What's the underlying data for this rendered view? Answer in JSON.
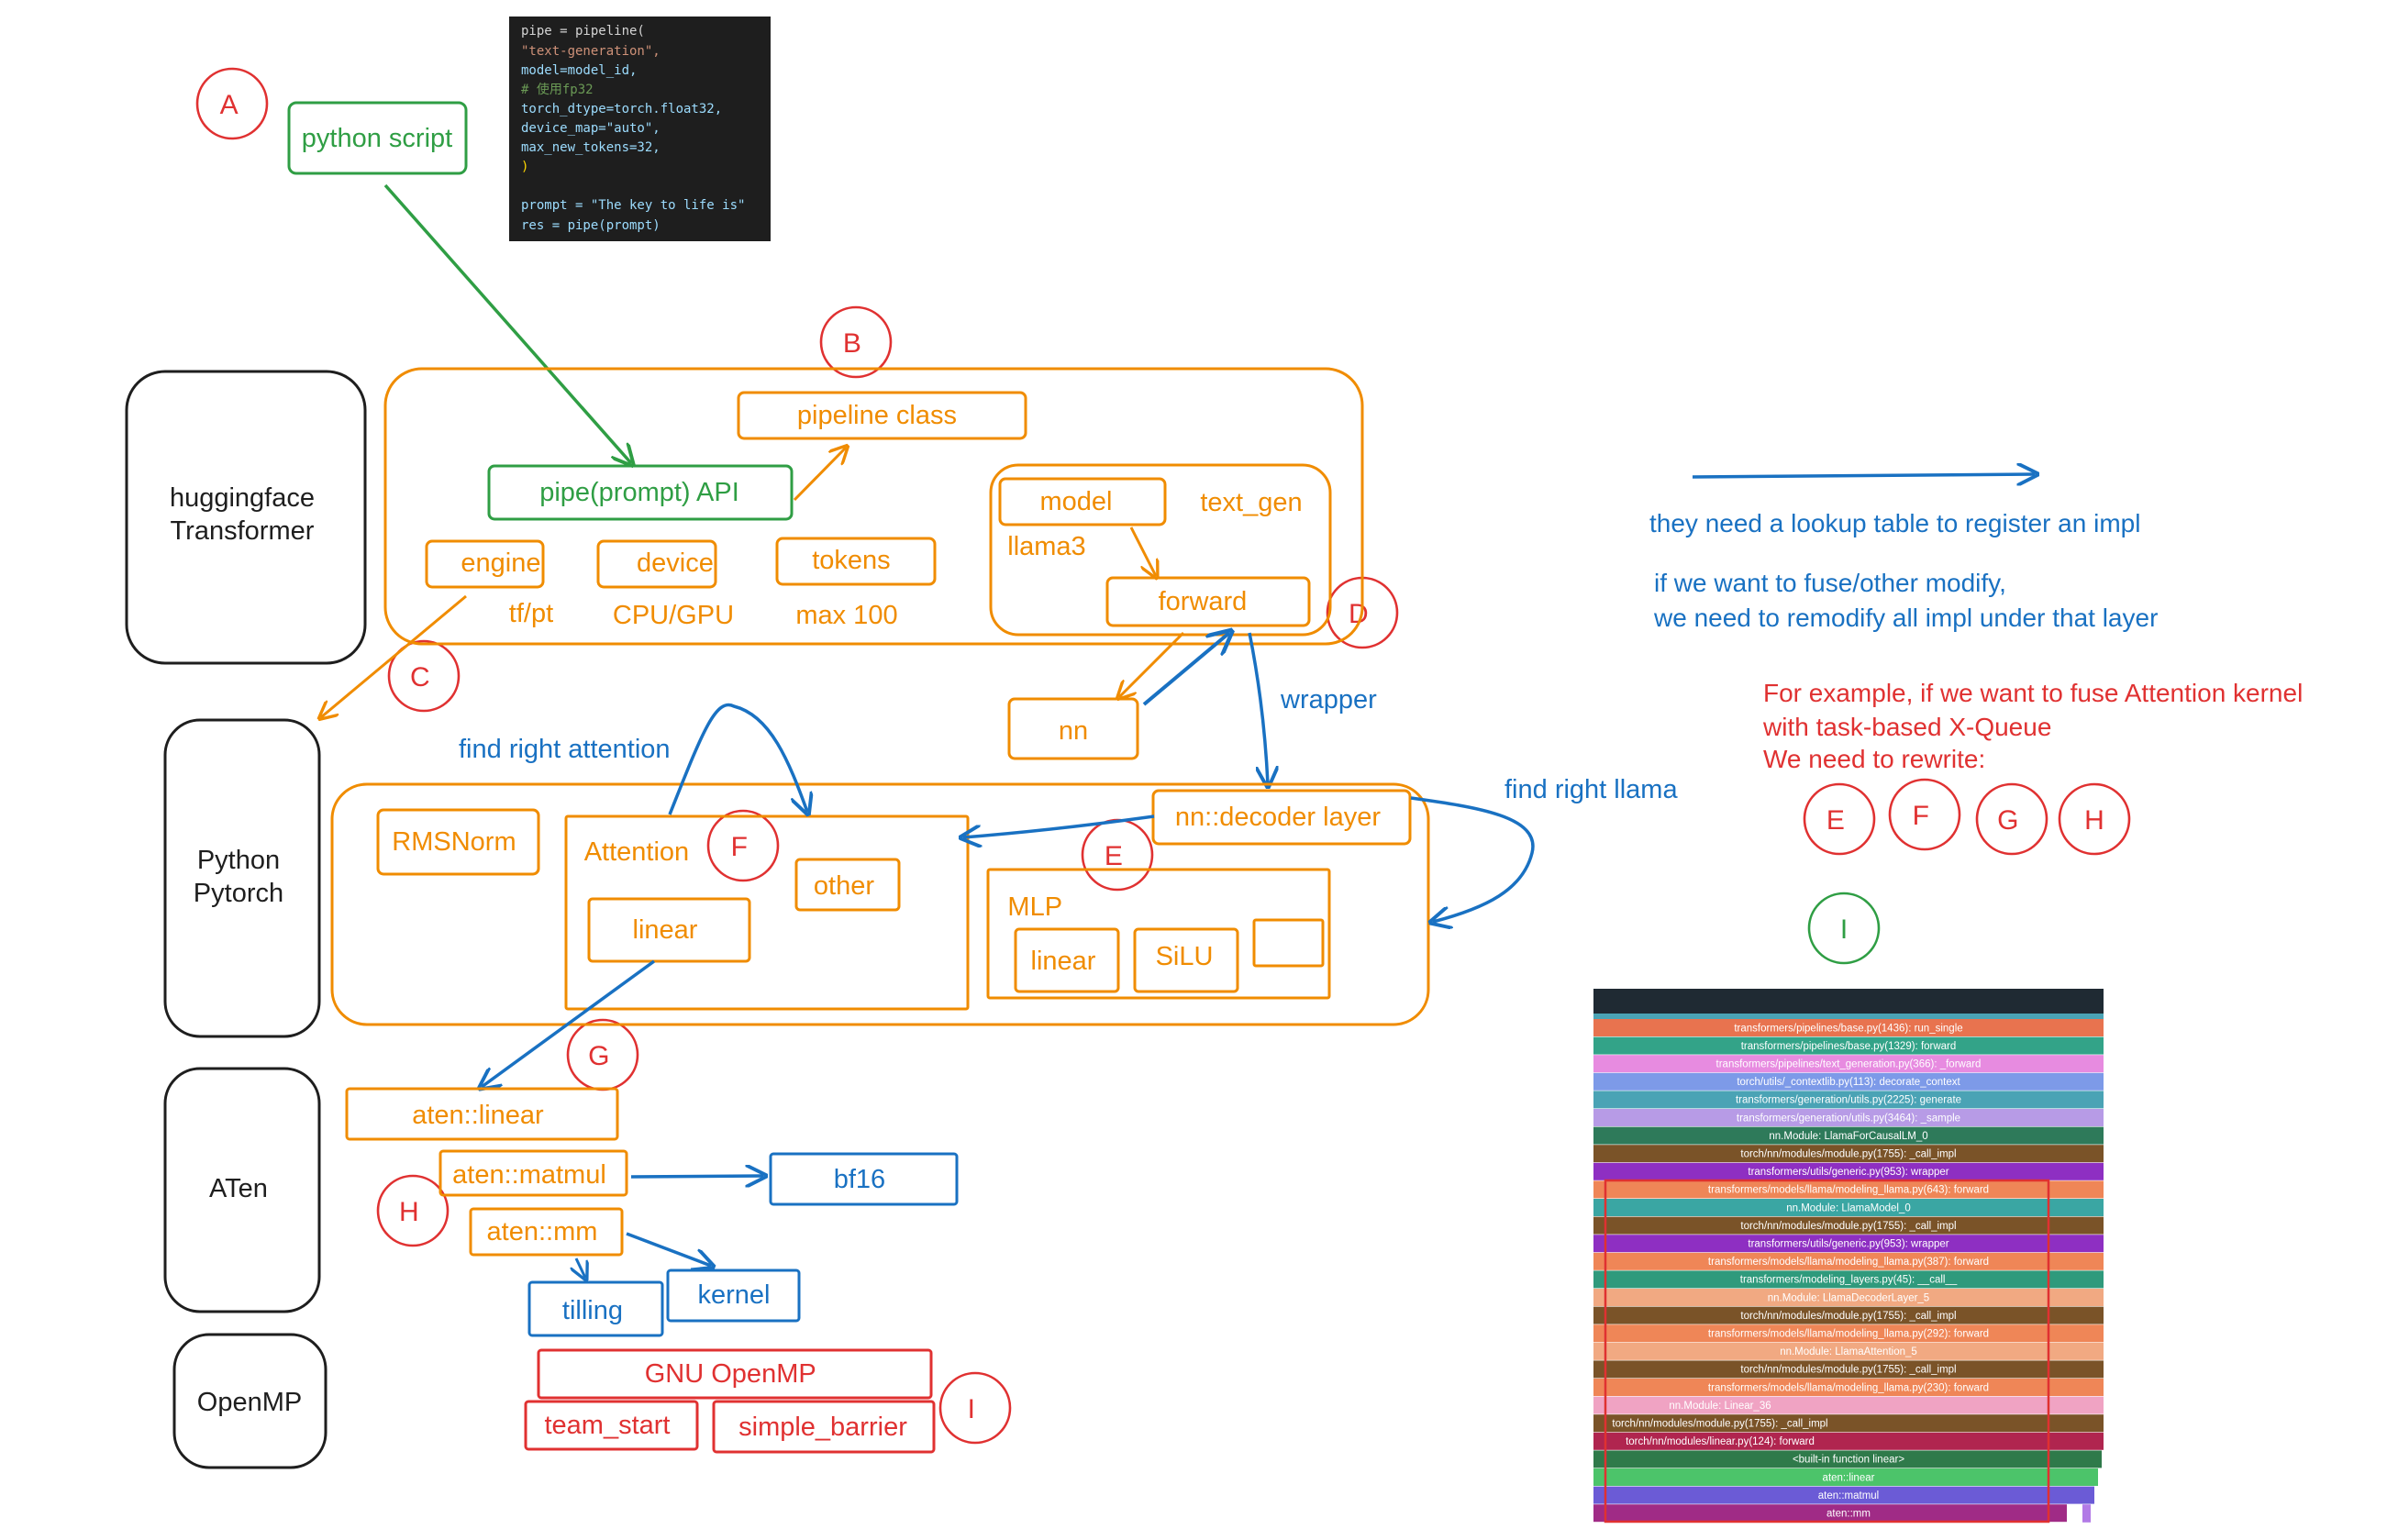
{
  "colors": {
    "orange": "#f08c00",
    "green": "#2f9e44",
    "blue": "#1971c2",
    "red": "#e03131",
    "black": "#1e1e1e",
    "code_bg": "#1e1e1e"
  },
  "code": {
    "lines": [
      "pipe = pipeline(",
      "    \"text-generation\",",
      "    model=model_id,",
      "    # 使用fp32",
      "    torch_dtype=torch.float32,",
      "    device_map=\"auto\",",
      "    max_new_tokens=32,",
      ")",
      "",
      "prompt = \"The key to life is\"",
      "res = pipe(prompt)"
    ]
  },
  "layers": {
    "hf": "huggingface\nTransformer",
    "pytorch": "Python\nPytorch",
    "aten": "ATen",
    "openmp": "OpenMP"
  },
  "markers": {
    "A": "A",
    "B": "B",
    "C": "C",
    "D": "D",
    "E": "E",
    "F": "F",
    "G": "G",
    "H": "H",
    "I": "I",
    "E2": "E",
    "F2": "F",
    "G2": "G",
    "H2": "H",
    "I2": "I"
  },
  "labels": {
    "python_script": "python script",
    "pipeline_class": "pipeline class",
    "pipe_api": "pipe(prompt) API",
    "engine": "engine",
    "device": "device",
    "tokens": "tokens",
    "tfpt": "tf/pt",
    "cpugpu": "CPU/GPU",
    "max100": "max 100",
    "model": "model",
    "text_gen": "text_gen",
    "llama3": "llama3",
    "forward": "forward",
    "nn": "nn",
    "wrapper": "wrapper",
    "find_attention": "find right attention",
    "find_llama": "find right llama",
    "rmsnorm": "RMSNorm",
    "attention": "Attention",
    "other": "other",
    "linear": "linear",
    "decoder": "nn::decoder layer",
    "mlp": "MLP",
    "mlp_linear": "linear",
    "silu": "SiLU",
    "aten_linear": "aten::linear",
    "aten_matmul": "aten::matmul",
    "aten_mm": "aten::mm",
    "bf16": "bf16",
    "tilling": "tilling",
    "kernel": "kernel",
    "gnu_openmp": "GNU OpenMP",
    "team_start": "team_start",
    "simple_barrier": "simple_barrier"
  },
  "notes": {
    "lookup": "they need a lookup table to register an impl",
    "fuse1": "if we want to fuse/other modify,",
    "fuse2": "we need to remodify all impl under that layer",
    "ex1": "For example, if we want to fuse Attention kernel",
    "ex2": "with task-based X-Queue",
    "ex3": "We need to rewrite:"
  },
  "flamegraph": {
    "rows": [
      {
        "label": "transformers/pipelines/base.py(1436): run_single",
        "color": "#e8734f"
      },
      {
        "label": "transformers/pipelines/base.py(1329): forward",
        "color": "#33a388"
      },
      {
        "label": "transformers/pipelines/text_generation.py(366): _forward",
        "color": "#e78be0"
      },
      {
        "label": "torch/utils/_contextlib.py(113): decorate_context",
        "color": "#7d9ae8"
      },
      {
        "label": "transformers/generation/utils.py(2225): generate",
        "color": "#4aa3b5"
      },
      {
        "label": "transformers/generation/utils.py(3464): _sample",
        "color": "#b79be6"
      },
      {
        "label": "nn.Module: LlamaForCausalLM_0",
        "color": "#2e7a5a"
      },
      {
        "label": "torch/nn/modules/module.py(1755): _call_impl",
        "color": "#7a5328"
      },
      {
        "label": "transformers/utils/generic.py(953): wrapper",
        "color": "#8e2fc2"
      },
      {
        "label": "transformers/models/llama/modeling_llama.py(643): forward",
        "color": "#ef8657"
      },
      {
        "label": "nn.Module: LlamaModel_0",
        "color": "#3aa6a3"
      },
      {
        "label": "torch/nn/modules/module.py(1755): _call_impl",
        "color": "#7a5328"
      },
      {
        "label": "transformers/utils/generic.py(953): wrapper",
        "color": "#8e2fc2"
      },
      {
        "label": "transformers/models/llama/modeling_llama.py(387): forward",
        "color": "#ef8657"
      },
      {
        "label": "transformers/modeling_layers.py(45): __call__",
        "color": "#2f9a7c"
      },
      {
        "label": "nn.Module: LlamaDecoderLayer_5",
        "color": "#f1a982"
      },
      {
        "label": "torch/nn/modules/module.py(1755): _call_impl",
        "color": "#7a5328"
      },
      {
        "label": "transformers/models/llama/modeling_llama.py(292): forward",
        "color": "#ef8657"
      },
      {
        "label": "nn.Module: LlamaAttention_5",
        "color": "#f1a982"
      },
      {
        "label": "torch/nn/modules/module.py(1755): _call_impl",
        "color": "#7a5328"
      },
      {
        "label": "transformers/models/llama/modeling_llama.py(230): forward",
        "color": "#ef8657"
      },
      {
        "label": "nn.Module: Linear_36",
        "color": "#f0a3c3"
      },
      {
        "label": "torch/nn/modules/module.py(1755): _call_impl",
        "color": "#7a5328"
      },
      {
        "label": "torch/nn/modules/linear.py(124): forward",
        "color": "#b0254f"
      },
      {
        "label": "<built-in function linear>",
        "color": "#2f7a4a"
      },
      {
        "label": "aten::linear",
        "color": "#4cc46a"
      },
      {
        "label": "aten::matmul",
        "color": "#6b5bd6"
      },
      {
        "label": "aten::mm",
        "color": "#a02b86"
      }
    ]
  }
}
